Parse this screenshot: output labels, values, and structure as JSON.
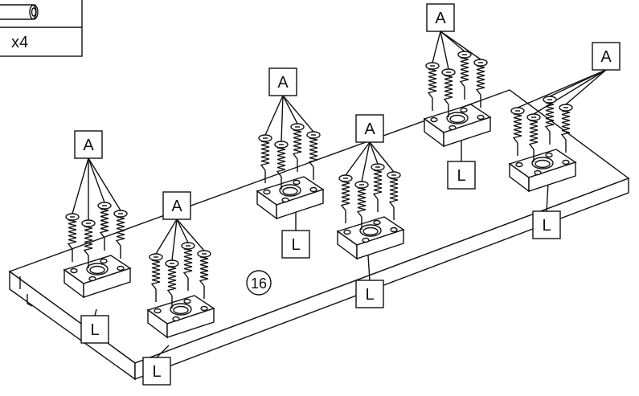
{
  "parts_box": {
    "quantity_label": "x4"
  },
  "step_number": "16",
  "screw_label": "A",
  "bracket_label": "L",
  "colors": {
    "line": "#111111",
    "background": "#ffffff"
  }
}
